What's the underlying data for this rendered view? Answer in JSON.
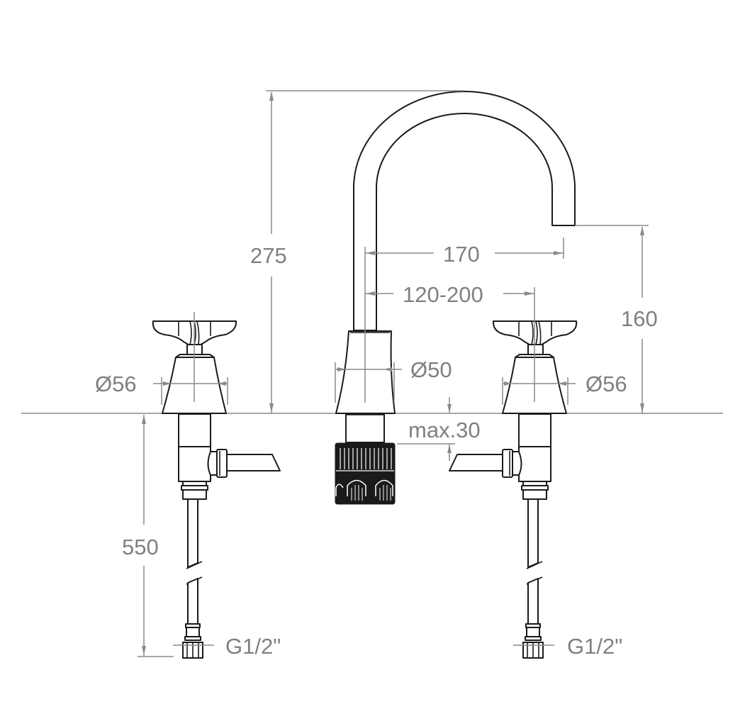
{
  "drawing": {
    "subject": "three-hole basin mixer faucet, front elevation",
    "line_color": "#1a1a1a",
    "dimension_color": "#808080",
    "background": "#ffffff"
  },
  "dimensions": {
    "overall_height": "275",
    "spout_reach": "170",
    "handle_spacing": "120-200",
    "spout_outlet_height": "160",
    "spout_base_diameter": "Ø50",
    "left_handle_base_diameter": "Ø56",
    "right_handle_base_diameter": "Ø56",
    "max_deck_thickness": "max.30",
    "hose_length": "550",
    "left_connection_thread": "G1/2\"",
    "right_connection_thread": "G1/2\""
  }
}
